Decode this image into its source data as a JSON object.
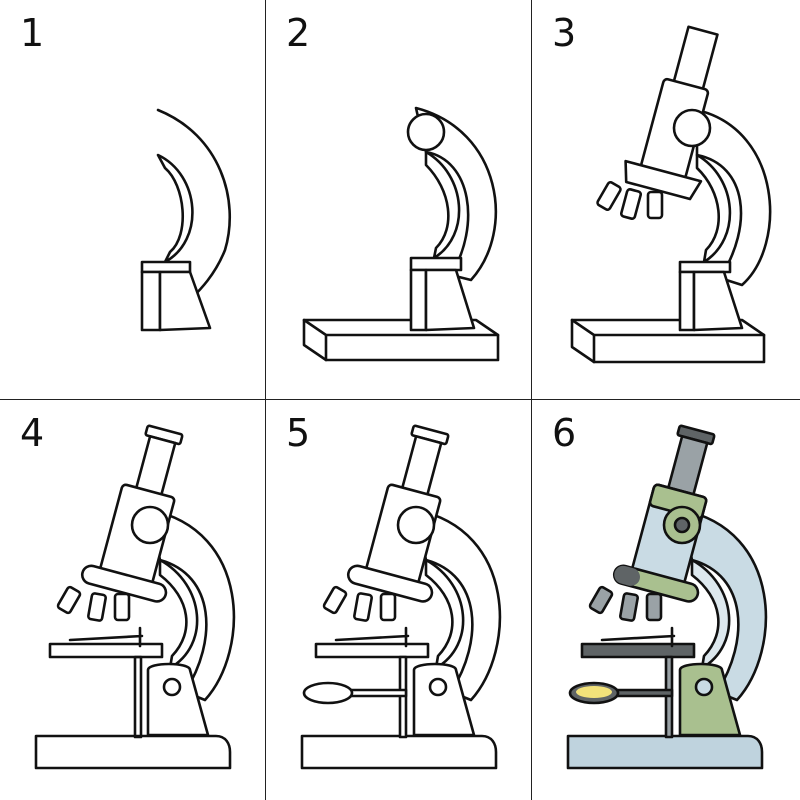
{
  "steps": [
    {
      "number": "1"
    },
    {
      "number": "2"
    },
    {
      "number": "3"
    },
    {
      "number": "4"
    },
    {
      "number": "5"
    },
    {
      "number": "6"
    }
  ],
  "colors": {
    "outline": "#111111",
    "body_fill": "#c9dbe4",
    "base_fill": "#bfd3de",
    "accent_green": "#a9c08f",
    "dark_gray": "#5f6466",
    "eyepiece_gray": "#9aa2a6",
    "mirror_yellow": "#f2e27a"
  }
}
